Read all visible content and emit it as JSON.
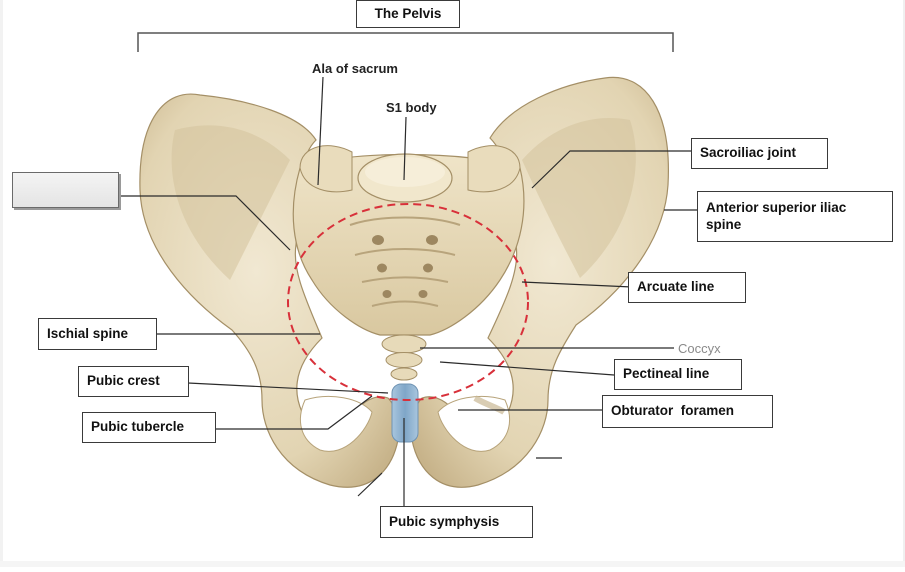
{
  "title": "The Pelvis",
  "unlabeled_box": "",
  "labels": {
    "ala_of_sacrum": "Ala of sacrum",
    "s1_body": "S1 body",
    "sacroiliac_joint": "Sacroiliac joint",
    "asis": "Anterior superior iliac spine",
    "arcuate_line": "Arcuate line",
    "ischial_spine": "Ischial spine",
    "coccyx": "Coccyx",
    "pubic_crest": "Pubic crest",
    "pectineal_line": "Pectineal line",
    "pubic_tubercle": "Pubic tubercle",
    "obturator_foramen": "Obturator  foramen",
    "pubic_symphysis": "Pubic symphysis"
  },
  "colors": {
    "bone": "#e8dcc0",
    "bone_shadow": "#c9b894",
    "bone_dark": "#a8946c",
    "pelvic_brim": "#d8303a",
    "symphysis": "#8db3d4",
    "leader": "#2b2b2b"
  }
}
